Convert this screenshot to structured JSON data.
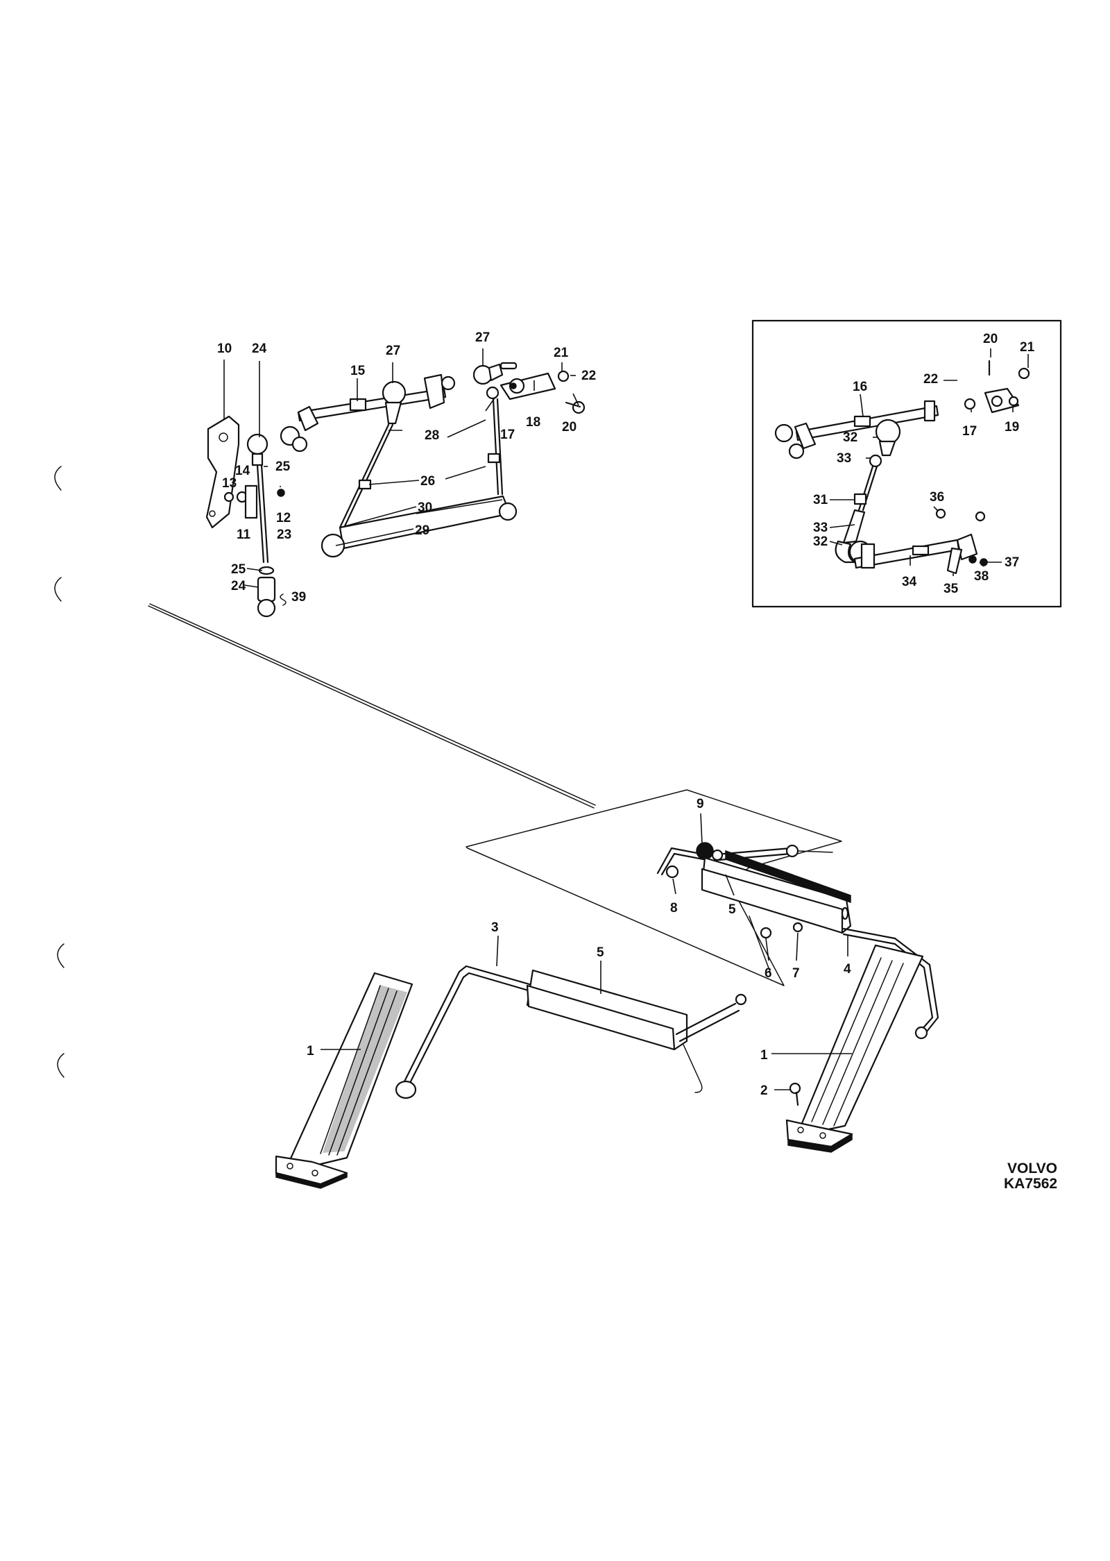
{
  "diagram": {
    "brand": "VOLVO",
    "reference": "KA7562",
    "callouts": {
      "c10": "10",
      "c24a": "24",
      "c27a": "27",
      "c15": "15",
      "c27b": "27",
      "c21a": "21",
      "c22a": "22",
      "c20a": "20",
      "c18": "18",
      "c17a": "17",
      "c28": "28",
      "c26": "26",
      "c25a": "25",
      "c14": "14",
      "c13": "13",
      "c12": "12",
      "c11": "11",
      "c23": "23",
      "c30": "30",
      "c29": "29",
      "c25b": "25",
      "c24b": "24",
      "c39": "39",
      "i20": "20",
      "i21": "21",
      "i22": "22",
      "i16": "16",
      "i17": "17",
      "i19": "19",
      "i32a": "32",
      "i33a": "33",
      "i31": "31",
      "i33b": "33",
      "i32b": "32",
      "i36": "36",
      "i34": "34",
      "i35": "35",
      "i38": "38",
      "i37": "37",
      "p9": "9",
      "p8": "8",
      "p5a": "5",
      "p3": "3",
      "p5b": "5",
      "p6": "6",
      "p7": "7",
      "p4": "4",
      "p1a": "1",
      "p1b": "1",
      "p2": "2"
    }
  }
}
